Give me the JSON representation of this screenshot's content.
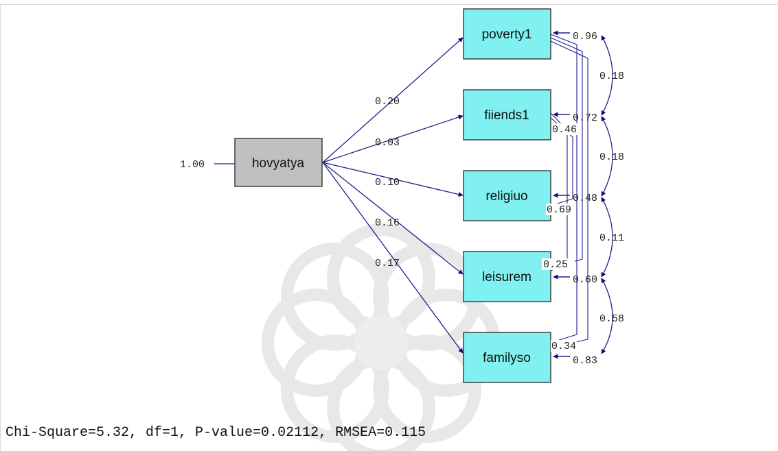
{
  "diagram": {
    "latent": {
      "label": "hovyatya",
      "variance": "1.00"
    },
    "indicators": [
      {
        "label": "poverty1",
        "loading": "0.20",
        "error": "0.96"
      },
      {
        "label": "fiiends1",
        "loading": "0.03",
        "error": "0.72"
      },
      {
        "label": "religiuo",
        "loading": "0.10",
        "error": "0.48"
      },
      {
        "label": "leisurem",
        "loading": "0.16",
        "error": "0.60"
      },
      {
        "label": "familyso",
        "loading": "0.17",
        "error": "0.83"
      }
    ],
    "adjacent_error_covariances": [
      "0.18",
      "0.18",
      "0.11",
      "0.58"
    ],
    "long_error_covariances": [
      "0.46",
      "0.69",
      "0.25",
      "0.34"
    ],
    "fit_statistics": "Chi-Square=5.32, df=1, P-value=0.02112, RMSEA=0.115"
  },
  "colors": {
    "latent_fill": "#c0c0c0",
    "indicator_fill": "#80f0f0",
    "path_color": "#1f1f8f",
    "arrowhead_color": "#0a0a78",
    "watermark": "#e6e6e6"
  }
}
